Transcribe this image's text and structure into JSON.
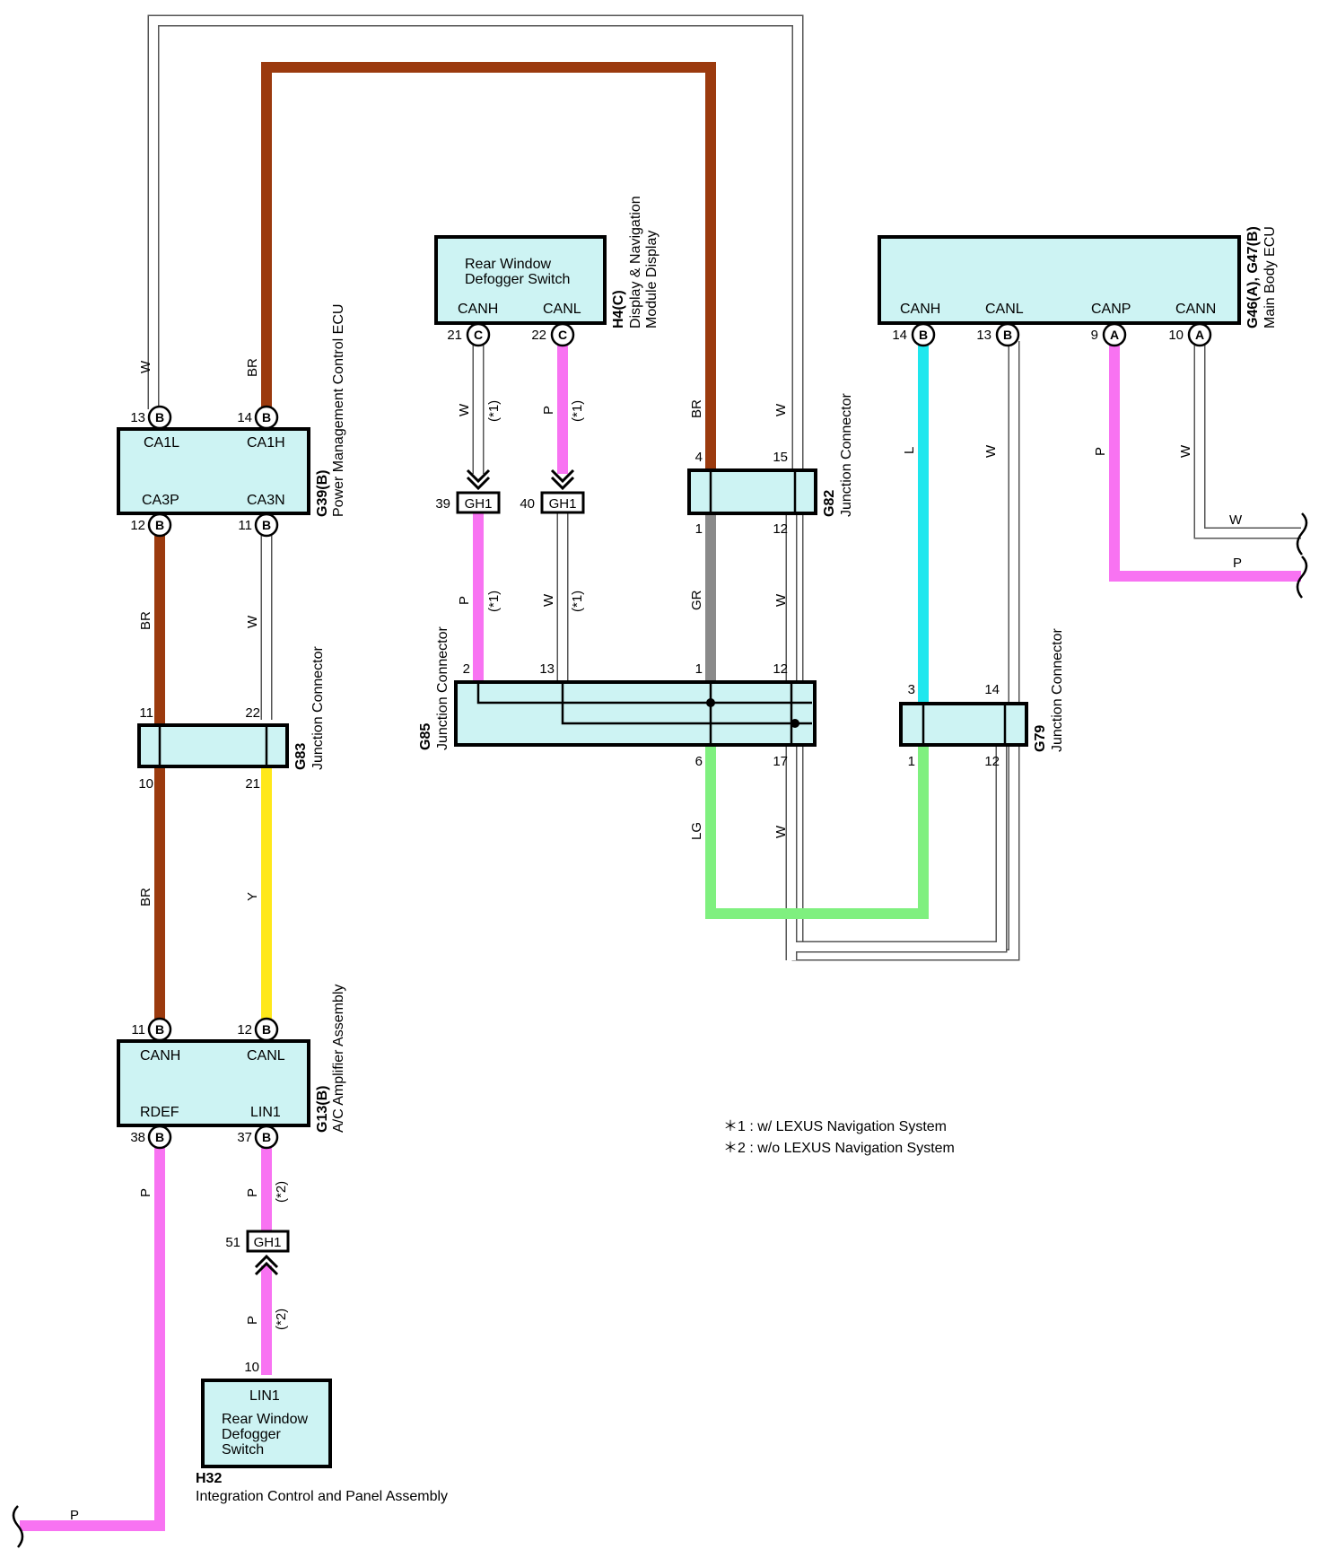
{
  "colors": {
    "BR": "#9b3a0e",
    "W_stroke": "#555555",
    "P": "#f873f2",
    "Y": "#ffe81a",
    "GR": "#8a8a8a",
    "L": "#1ee7ee",
    "LG": "#7ff07f",
    "box_fill": "#cdf3f3"
  },
  "components": {
    "g39": {
      "code": "G39(B)",
      "name": "Power Management Control ECU",
      "pins": {
        "p13": "13",
        "p14": "14",
        "p12": "12",
        "p11": "11",
        "conn": "B"
      },
      "labels": {
        "ca1l": "CA1L",
        "ca1h": "CA1H",
        "ca3p": "CA3P",
        "ca3n": "CA3N"
      }
    },
    "g13": {
      "code": "G13(B)",
      "name": "A/C Amplifier Assembly",
      "pins": {
        "p11": "11",
        "p12": "12",
        "p38": "38",
        "p37": "37",
        "conn": "B"
      },
      "labels": {
        "canh": "CANH",
        "canl": "CANL",
        "rdef": "RDEF",
        "lin1": "LIN1"
      }
    },
    "h4": {
      "code": "H4(C)",
      "name_line1": "Display & Navigation",
      "name_line2": "Module Display",
      "title_line1": "Rear Window",
      "title_line2": "Defogger Switch",
      "pins": {
        "p21": "21",
        "p22": "22",
        "conn": "C"
      },
      "labels": {
        "canh": "CANH",
        "canl": "CANL"
      }
    },
    "g46": {
      "code": "G46(A), G47(B)",
      "name": "Main Body ECU",
      "pins": {
        "p14": "14",
        "p13": "13",
        "p9": "9",
        "p10": "10",
        "connB": "B",
        "connA": "A"
      },
      "labels": {
        "canh": "CANH",
        "canl": "CANL",
        "canp": "CANP",
        "cann": "CANN"
      }
    },
    "h32": {
      "code": "H32",
      "name": "Integration Control and Panel Assembly",
      "pin": "10",
      "label": "LIN1",
      "text_line1": "Rear Window",
      "text_line2": "Defogger",
      "text_line3": "Switch"
    }
  },
  "junctions": {
    "g83": {
      "code": "G83",
      "name": "Junction Connector",
      "pins": {
        "p11": "11",
        "p22": "22",
        "p10": "10",
        "p21": "21"
      }
    },
    "g82": {
      "code": "G82",
      "name": "Junction Connector",
      "pins": {
        "p4": "4",
        "p15": "15",
        "p1": "1",
        "p12": "12"
      }
    },
    "g85": {
      "code": "G85",
      "name": "Junction Connector",
      "pins": {
        "p2": "2",
        "p13": "13",
        "p1": "1",
        "p12": "12",
        "p6": "6",
        "p17": "17"
      }
    },
    "g79": {
      "code": "G79",
      "name": "Junction Connector",
      "pins": {
        "p3": "3",
        "p14": "14",
        "p1": "1",
        "p12": "12"
      }
    }
  },
  "gh1": {
    "label": "GH1",
    "p39": "39",
    "p40": "40",
    "p51": "51"
  },
  "wire_labels": {
    "W": "W",
    "BR": "BR",
    "P": "P",
    "Y": "Y",
    "GR": "GR",
    "L": "L",
    "LG": "LG",
    "star1": "(*1)",
    "star2": "(*2)"
  },
  "notes": {
    "n1": "＊1 : w/ LEXUS Navigation System",
    "n2": "＊2 : w/o LEXUS Navigation System"
  }
}
